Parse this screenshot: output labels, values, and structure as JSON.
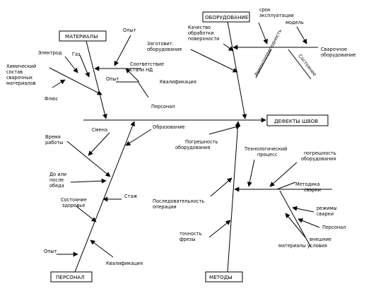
{
  "effect": "ДЕФЕКТЫ ШВОВ",
  "categories": {
    "materials": "МАТЕРИАЛЫ",
    "equipment": "ОБОРУДОВАНИЕ",
    "personnel": "ПЕРСОНАЛ",
    "methods": "МЕТОДЫ"
  },
  "labels": {
    "electrode": "Электрод",
    "gas": "Газ",
    "chem1": "Химический",
    "chem2": "состав",
    "chem3": "сварочных",
    "chem4": "материалов",
    "flux": "Флюс",
    "experience_top": "Опыт",
    "match1": "Соответствие",
    "match2": "стали НД",
    "experience_mid": "Опыт",
    "qualification_top": "Квалификация",
    "personnel_sub": "Персонал",
    "quality1": "Качество",
    "quality2": "обработки",
    "quality3": "поверхности",
    "prep1": "Заготовит.",
    "prep2": "оборудование",
    "life1": "срок",
    "life2": "эксплуатации",
    "model": "модель",
    "welding_eq1": "Сварочное",
    "welding_eq2": "оборудование",
    "repairability": "Ремонтопригодность",
    "condition": "Состояние",
    "shift": "Смена",
    "education": "Образование",
    "worktime1": "Время",
    "worktime2": "работы",
    "lunch1": "До или",
    "lunch2": "после",
    "lunch3": "обеда",
    "tenure": "Стаж",
    "health1": "Состояние",
    "health2": "здоровья",
    "experience_bot": "Опыт",
    "qualification_bot": "Квалификация",
    "eq_error1": "Погрешность",
    "eq_error2": "оборудования",
    "tech_proc1": "Технологический",
    "tech_proc2": "процесс",
    "eq_error_r1": "погрешность",
    "eq_error_r2": "оборудования",
    "weld_method1": "Методика",
    "weld_method2": "сварки",
    "sequence1": "Последовательность",
    "sequence2": "операции",
    "weld_modes1": "режимы",
    "weld_modes2": "сварки",
    "personnel_meth": "Персонал",
    "external1": "внешние",
    "external2": "материалы условия",
    "accuracy1": "точность",
    "accuracy2": "фрезы"
  }
}
